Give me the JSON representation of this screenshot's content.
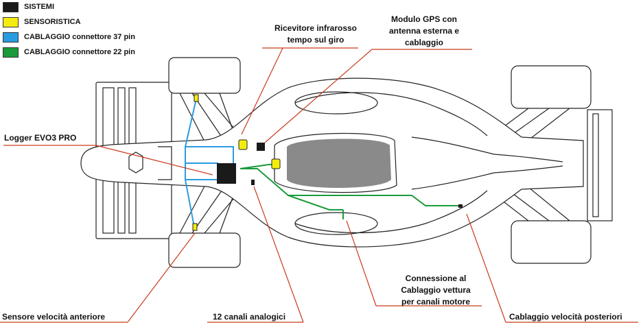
{
  "legend": [
    {
      "label": "SISTEMI",
      "color": "#1a1a1a"
    },
    {
      "label": "SENSORISTICA",
      "color": "#f4ec10"
    },
    {
      "label": "CABLAGGIO connettore 37 pin",
      "color": "#2a9be0"
    },
    {
      "label": "CABLAGGIO connettore 22 pin",
      "color": "#1a9a3a"
    }
  ],
  "callouts": {
    "ricevitore": {
      "line1": "Ricevitore infrarosso",
      "line2": "tempo sul giro"
    },
    "gps": {
      "line1": "Modulo GPS con",
      "line2": "antenna esterna e",
      "line3": "cablaggio"
    },
    "logger": "Logger  EVO3 PRO",
    "connessione": {
      "line1": "Connessione al",
      "line2": "Cablaggio vettura",
      "line3": "per canali motore"
    },
    "sensore_anteriore": "Sensore velocità anteriore",
    "canali": "12 canali analogici",
    "cablaggio_posteriori": "Cablaggio velocità posteriori"
  },
  "colors": {
    "leader_line": "#c83a1c",
    "body_grey": "#8a8a8a",
    "outline": "#222222"
  }
}
